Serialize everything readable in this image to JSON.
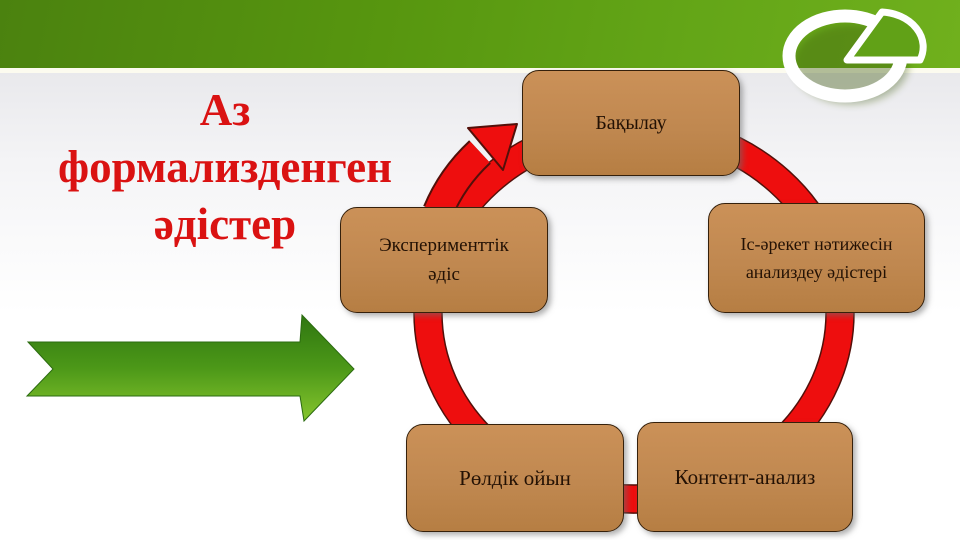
{
  "slide": {
    "title": {
      "lines": [
        "Аз",
        "формализденген",
        "әдістер"
      ],
      "color": "#da1212"
    },
    "logo": {
      "name": "pie-chart-logo",
      "color": "#ffffff"
    },
    "decorations": {
      "top_bar_color": "#5c9a12",
      "green_arrow_direction": "right",
      "green_arrow_colors": [
        "#2f7611",
        "#86c52e"
      ]
    },
    "cycle": {
      "direction": "clockwise",
      "ring_color": "#ee0e0e",
      "ring_outline_color": "#53100a",
      "node_fill_color": "#c08850",
      "node_border_color": "#35200b",
      "nodes": [
        {
          "id": "observation",
          "position": "top",
          "label": "Бақылау"
        },
        {
          "id": "activity-result-analysis",
          "position": "right",
          "label": "Іс-әрекет нәтижесін анализдеу әдістері"
        },
        {
          "id": "content-analysis",
          "position": "bottom-right",
          "label": "Контент-анализ"
        },
        {
          "id": "role-play",
          "position": "bottom-left",
          "label": "Рөлдік ойын"
        },
        {
          "id": "experimental-method",
          "position": "left",
          "label": "Эксперименттік әдіс"
        }
      ]
    }
  }
}
